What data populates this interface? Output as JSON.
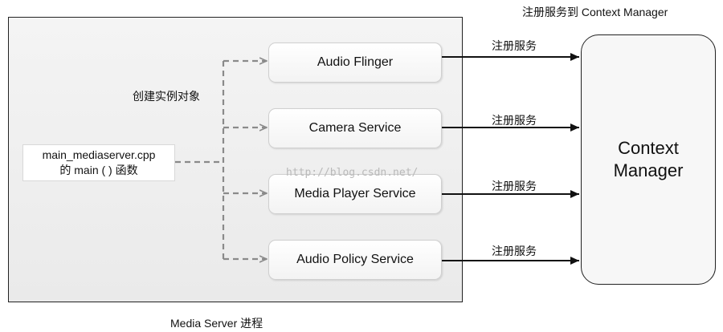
{
  "top_caption": "注册服务到 Context Manager",
  "bottom_caption": "Media Server 进程",
  "create_label": "创建实例对象",
  "main_box": {
    "line1": "main_mediaserver.cpp",
    "line2": "的 main ( ) 函数"
  },
  "services": [
    {
      "label": "Audio Flinger"
    },
    {
      "label": "Camera Service"
    },
    {
      "label": "Media Player Service"
    },
    {
      "label": "Audio Policy Service"
    }
  ],
  "register_labels": [
    "注册服务",
    "注册服务",
    "注册服务",
    "注册服务"
  ],
  "context_manager": {
    "line1": "Context",
    "line2": "Manager"
  },
  "watermark": "http://blog.csdn.net/"
}
